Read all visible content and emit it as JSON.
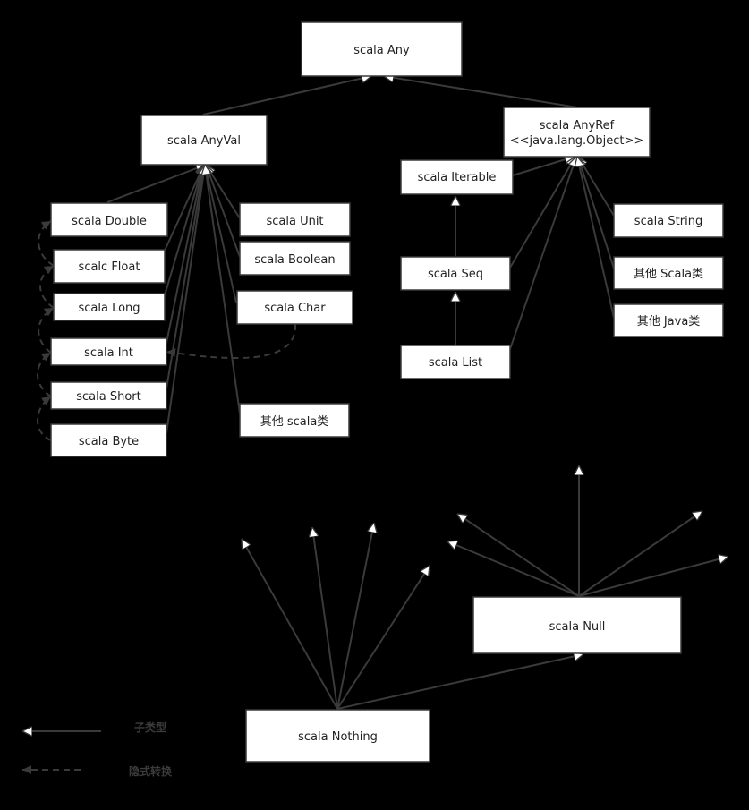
{
  "nodes": {
    "any": "scala Any",
    "anyval": "scala AnyVal",
    "anyref": [
      "scala AnyRef",
      "<<java.lang.Object>>"
    ],
    "iterable": "scala Iterable",
    "seq": "scala Seq",
    "list": "scala List",
    "string": "scala String",
    "other_scala_ref": "其他 Scala类",
    "other_java": "其他 Java类",
    "double": "scala Double",
    "float": "scalc Float",
    "long": "scala Long",
    "int": "scala Int",
    "short": "scala Short",
    "byte": "scala Byte",
    "unit": "scala Unit",
    "boolean": "scala Boolean",
    "char": "scala Char",
    "other_scala_val": "其他  scala类",
    "null": "scala Null",
    "nothing": "scala Nothing"
  },
  "legend": {
    "subtype": "子类型",
    "implicit": "隐式转换"
  },
  "colors": {
    "background": "#000000",
    "box_fill": "#ffffff",
    "line": "#3a3a3a"
  }
}
